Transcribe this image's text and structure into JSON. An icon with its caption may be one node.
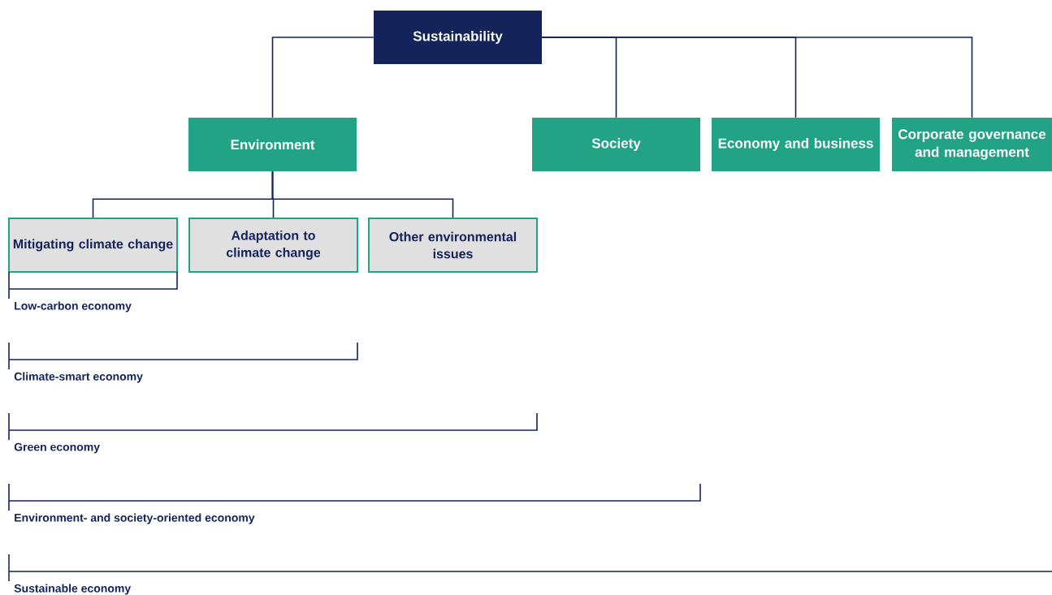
{
  "diagram": {
    "nodes": [
      {
        "text": [
          "Sustainability"
        ]
      },
      {
        "text": [
          "Environment"
        ]
      },
      {
        "text": [
          "Society"
        ]
      },
      {
        "text": [
          "Economy and business"
        ]
      },
      {
        "text": [
          "Corporate governance and management"
        ]
      },
      {
        "text": [
          "Mitigating climate change"
        ]
      },
      {
        "text": [
          "Adaptation to climate change"
        ]
      },
      {
        "text": [
          "Other environmental issues"
        ]
      }
    ],
    "edges": [
      {
        "from": 0,
        "to": 1,
        "arrow": "none"
      },
      {
        "from": 0,
        "to": 2,
        "arrow": "none"
      },
      {
        "from": 0,
        "to": 3,
        "arrow": "none"
      },
      {
        "from": 0,
        "to": 4,
        "arrow": "none"
      },
      {
        "from": 1,
        "to": 5,
        "arrow": "none"
      },
      {
        "from": 1,
        "to": 6,
        "arrow": "none"
      },
      {
        "from": 1,
        "to": 7,
        "arrow": "none"
      }
    ],
    "labels": [
      "Low-carbon economy",
      "Climate-smart economy",
      "Green economy",
      "Environment- and society-oriented economy",
      "Sustainable economy"
    ]
  }
}
